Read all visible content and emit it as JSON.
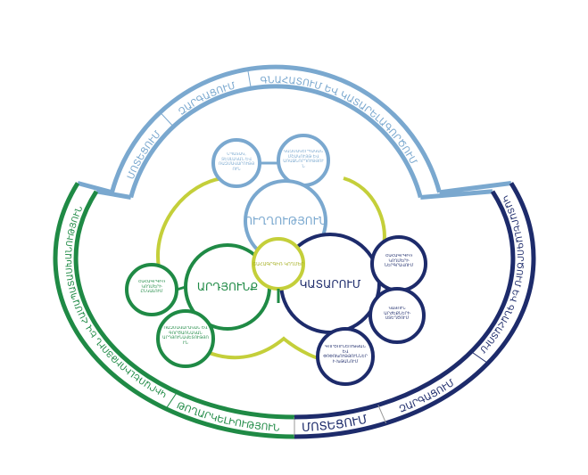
{
  "colors": {
    "light_blue": "#7aa8cf",
    "green": "#1f8a45",
    "navy": "#1d2b6b",
    "yellow": "#c4cf3a"
  },
  "outer_ring": {
    "top": [
      "ՄՈՏԵՑՈՒՄ",
      "ԶԱՐԳԱՑՈՒՄ",
      "ԳՆԱՀԱՏՈՒՄ ԵՎ ԿԱՏԱՐԵԼԱԳՈՐԾՈՒՄ"
    ],
    "left": [
      "ԿԻՐԱՌԵԼԻՈՒԹՅՈՒՆ ԵՎ ՀԱՄԱՊԱՏԱՍԽԱՆՈՒԹՅՈՒՆ",
      "ԹՈՂԱՐԿԵԼԻՈՒԹՅՈՒՆ"
    ],
    "right": [
      "ԿԱՏԱՐԵԼԱԳՈՐԾՈՒՄ ԵՎ ԳՆԱՀԱՏՈՒՄ",
      "ԶԱՐԳԱՑՈՒՄ",
      "ՄՈՏԵՑՈՒՄ"
    ]
  },
  "core": {
    "direction": "ՈՒՂՂՈՒԹՅՈՒՆ",
    "results": "ԱՐԴՅՈՒՆՔ",
    "execution": "ԿԱՏԱՐՈՒՄ",
    "center": "ՇԱՀԱԳՐԳԻՌ ԿՈՂՄԵՐ"
  },
  "direction_items": [
    "ՆՊԱՏԱԿ, ՏԵՍԼԱԿԱՆ ԵՎ ՌԱԶՄԱՎԱՐՈՒԹՅՈՒՆ",
    "ԿԱԶՄԱԿԵՐՊԱԿԱՆ ՄՇԱԿՈՒՅԹ ԵՎ ԱՌԱՋՆՈՐԴՈՒԹՅՈՒՆ"
  ],
  "results_items": [
    "ՇԱՀԱԳՐԳԻՌ ԿՈՂՄԵՐԻ ԸՆԿԱԼՈՒՄ",
    "ՌԱԶՄԱՎԱՐԱԿԱՆ ԵՎ ԳՈՐԾԱՌՆԱԿԱՆ ԱՐԴՅՈՒՆԱՎԵՏՈՒԹՅՈՒՆ"
  ],
  "execution_items": [
    "ՇԱՀԱԳՐԳԻՌ ԿՈՂՄԵՐԻ ՆԵՐԳՐԱՎՈՒՄ",
    "ԿԱՅՈՒՆ ԱՐԺԵՔՆԵՐԻ ՍՏԵՂԾՈՒՄ",
    "ԳՈՐԾՈՒՆԵՈՒԹՅԱՆ ԵՎ ՓՈՓՈԽՈՒԹՅՈՒՆՆԵՐԻ ԽԹԱՆՈՒՄ"
  ]
}
